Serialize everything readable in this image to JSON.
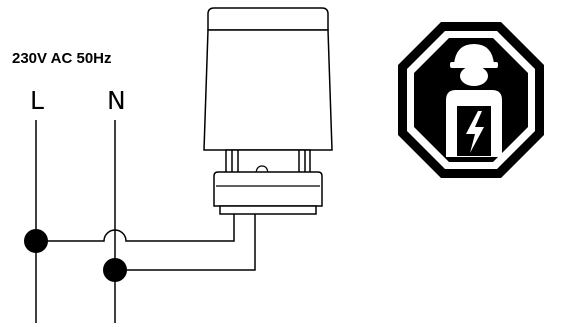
{
  "supply": {
    "voltage_label": "230V AC 50Hz",
    "live_label": "L",
    "neutral_label": "N"
  },
  "colors": {
    "ink": "#000000",
    "actuator_body": "#ffffff",
    "paper": "#ffffff"
  },
  "icons": {
    "actuator": "thermoelectric-actuator-icon",
    "warning": "electrician-required-warning-icon"
  }
}
